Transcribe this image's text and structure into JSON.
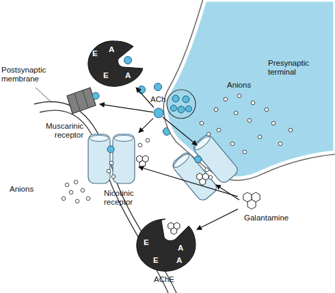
{
  "diagram": {
    "nodes": [
      {
        "text": [
          "Presynaptic terminal",
          "Anions"
        ]
      },
      {
        "text": [
          "E",
          "A",
          "A",
          "E"
        ]
      },
      {
        "text": [
          "ACh"
        ]
      },
      {
        "text": [
          "Muscarinic receptor"
        ]
      },
      {
        "text": [
          "Nicotinic receptor"
        ]
      },
      {
        "text": [
          "Galantamine"
        ]
      },
      {
        "text": [
          "A",
          "E",
          "A",
          "E",
          "AChE"
        ]
      }
    ],
    "edges": [
      {
        "from": 2,
        "to": 1,
        "arrow": "to"
      },
      {
        "from": 2,
        "to": 3,
        "arrow": "to"
      },
      {
        "from": 2,
        "to": 4,
        "arrow": "to"
      },
      {
        "from": 5,
        "to": 4,
        "arrow": "to"
      },
      {
        "from": 5,
        "to": 6,
        "arrow": "to"
      }
    ],
    "labels": [
      "Postsynaptic membrane",
      "Anions"
    ]
  }
}
